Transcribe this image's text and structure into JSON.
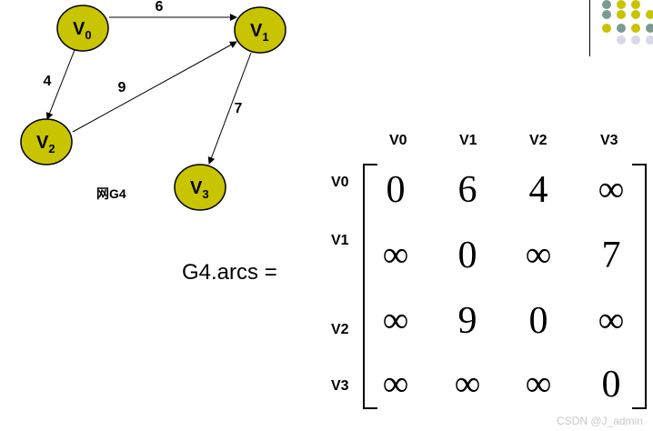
{
  "graph": {
    "vertices": [
      {
        "id": "V0",
        "base": "V",
        "sub": "0"
      },
      {
        "id": "V1",
        "base": "V",
        "sub": "1"
      },
      {
        "id": "V2",
        "base": "V",
        "sub": "2"
      },
      {
        "id": "V3",
        "base": "V",
        "sub": "3"
      }
    ],
    "edges": [
      {
        "from": "V0",
        "to": "V1",
        "weight": "6"
      },
      {
        "from": "V0",
        "to": "V2",
        "weight": "4"
      },
      {
        "from": "V2",
        "to": "V1",
        "weight": "9"
      },
      {
        "from": "V1",
        "to": "V3",
        "weight": "7"
      }
    ],
    "caption": "网G4",
    "node_color": "#c8c400"
  },
  "matrix": {
    "label": "G4.arcs =",
    "col_headers": [
      "V0",
      "V1",
      "V2",
      "V3"
    ],
    "row_headers": [
      "V0",
      "V1",
      "V2",
      "V3"
    ],
    "rows": [
      [
        "0",
        "6",
        "4",
        "∞"
      ],
      [
        "∞",
        "0",
        "∞",
        "7"
      ],
      [
        "∞",
        "9",
        "0",
        "∞"
      ],
      [
        "∞",
        "∞",
        "∞",
        "0"
      ]
    ]
  },
  "decor": {
    "dot_colors": [
      "#7a9a92",
      "#c8c400",
      "#d8d8e8"
    ]
  },
  "watermark": "CSDN @J_admin"
}
